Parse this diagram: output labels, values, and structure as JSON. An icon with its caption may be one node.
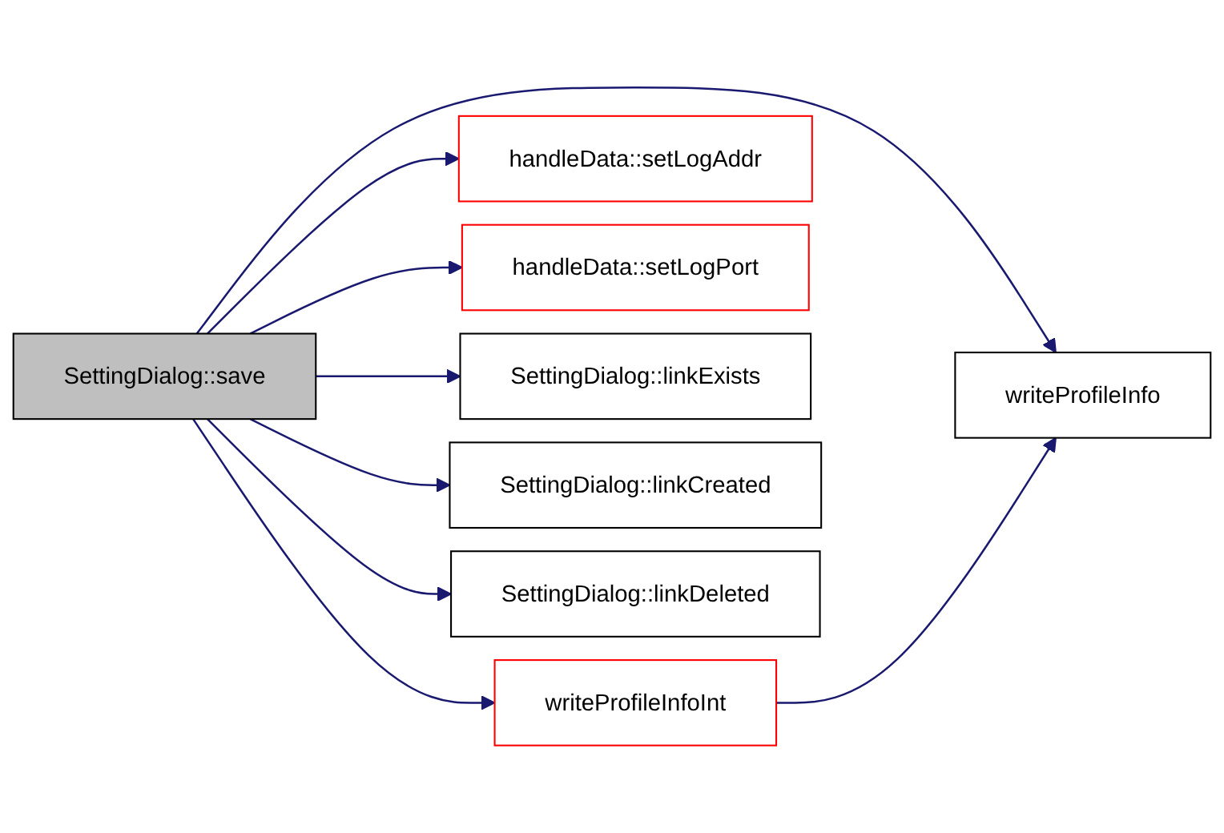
{
  "diagram": {
    "nodes": [
      {
        "text": [
          "SettingDialog::save"
        ]
      },
      {
        "text": [
          "writeProfileInfoInt"
        ]
      },
      {
        "text": [
          "writeProfileInfo"
        ]
      },
      {
        "text": [
          "handleData::setLogAddr"
        ]
      },
      {
        "text": [
          "handleData::setLogPort"
        ]
      },
      {
        "text": [
          "SettingDialog::linkExists"
        ]
      },
      {
        "text": [
          "SettingDialog::linkCreated"
        ]
      },
      {
        "text": [
          "SettingDialog::linkDeleted"
        ]
      }
    ],
    "edges": [
      {
        "from": 0,
        "to": 2,
        "arrow": "to"
      },
      {
        "from": 0,
        "to": 1,
        "arrow": "to"
      },
      {
        "from": 1,
        "to": 2,
        "arrow": "to"
      },
      {
        "from": 0,
        "to": 3,
        "arrow": "to"
      },
      {
        "from": 0,
        "to": 4,
        "arrow": "to"
      },
      {
        "from": 0,
        "to": 5,
        "arrow": "to"
      },
      {
        "from": 0,
        "to": 6,
        "arrow": "to"
      },
      {
        "from": 0,
        "to": 7,
        "arrow": "to"
      }
    ]
  }
}
